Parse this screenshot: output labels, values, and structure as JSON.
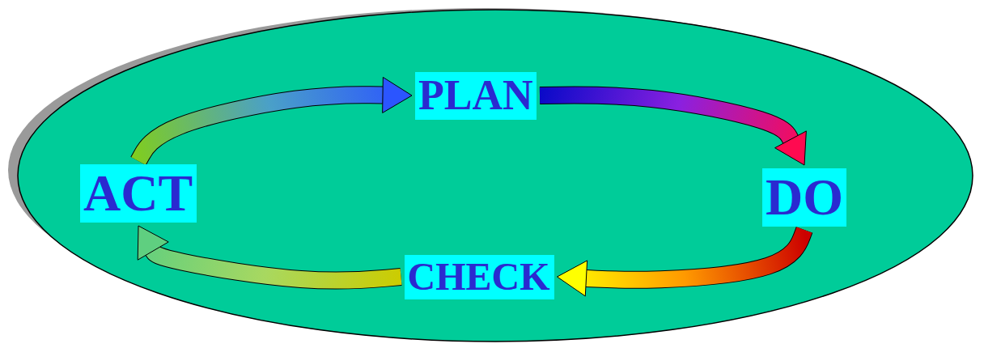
{
  "diagram": {
    "nodes": [
      {
        "text": [
          "PLAN"
        ]
      },
      {
        "text": [
          "DO"
        ]
      },
      {
        "text": [
          "CHECK"
        ]
      },
      {
        "text": [
          "ACT"
        ]
      }
    ],
    "edges": [
      {
        "from": 0,
        "to": 1,
        "arrow": "to"
      },
      {
        "from": 1,
        "to": 2,
        "arrow": "to"
      },
      {
        "from": 2,
        "to": 3,
        "arrow": "to"
      },
      {
        "from": 3,
        "to": 0,
        "arrow": "to"
      }
    ]
  }
}
